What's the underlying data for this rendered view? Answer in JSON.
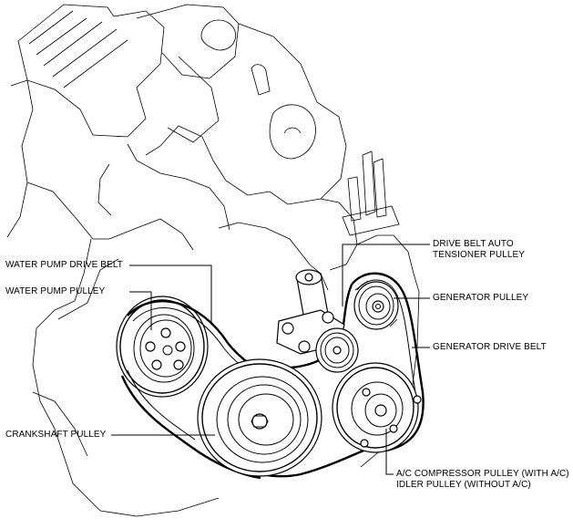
{
  "labels": {
    "drive_belt_auto_tensioner_pulley_line1": "DRIVE BELT AUTO",
    "drive_belt_auto_tensioner_pulley_line2": "TENSIONER PULLEY",
    "water_pump_drive_belt": "WATER PUMP DRIVE BELT",
    "water_pump_pulley": "WATER PUMP PULLEY",
    "generator_pulley": "GENERATOR PULLEY",
    "generator_drive_belt": "GENERATOR DRIVE BELT",
    "crankshaft_pulley": "CRANKSHAFT PULLEY",
    "ac_compressor_pulley_line1": "A/C COMPRESSOR PULLEY (WITH A/C)",
    "ac_compressor_pulley_line2": "IDLER PULLEY (WITHOUT A/C)"
  }
}
